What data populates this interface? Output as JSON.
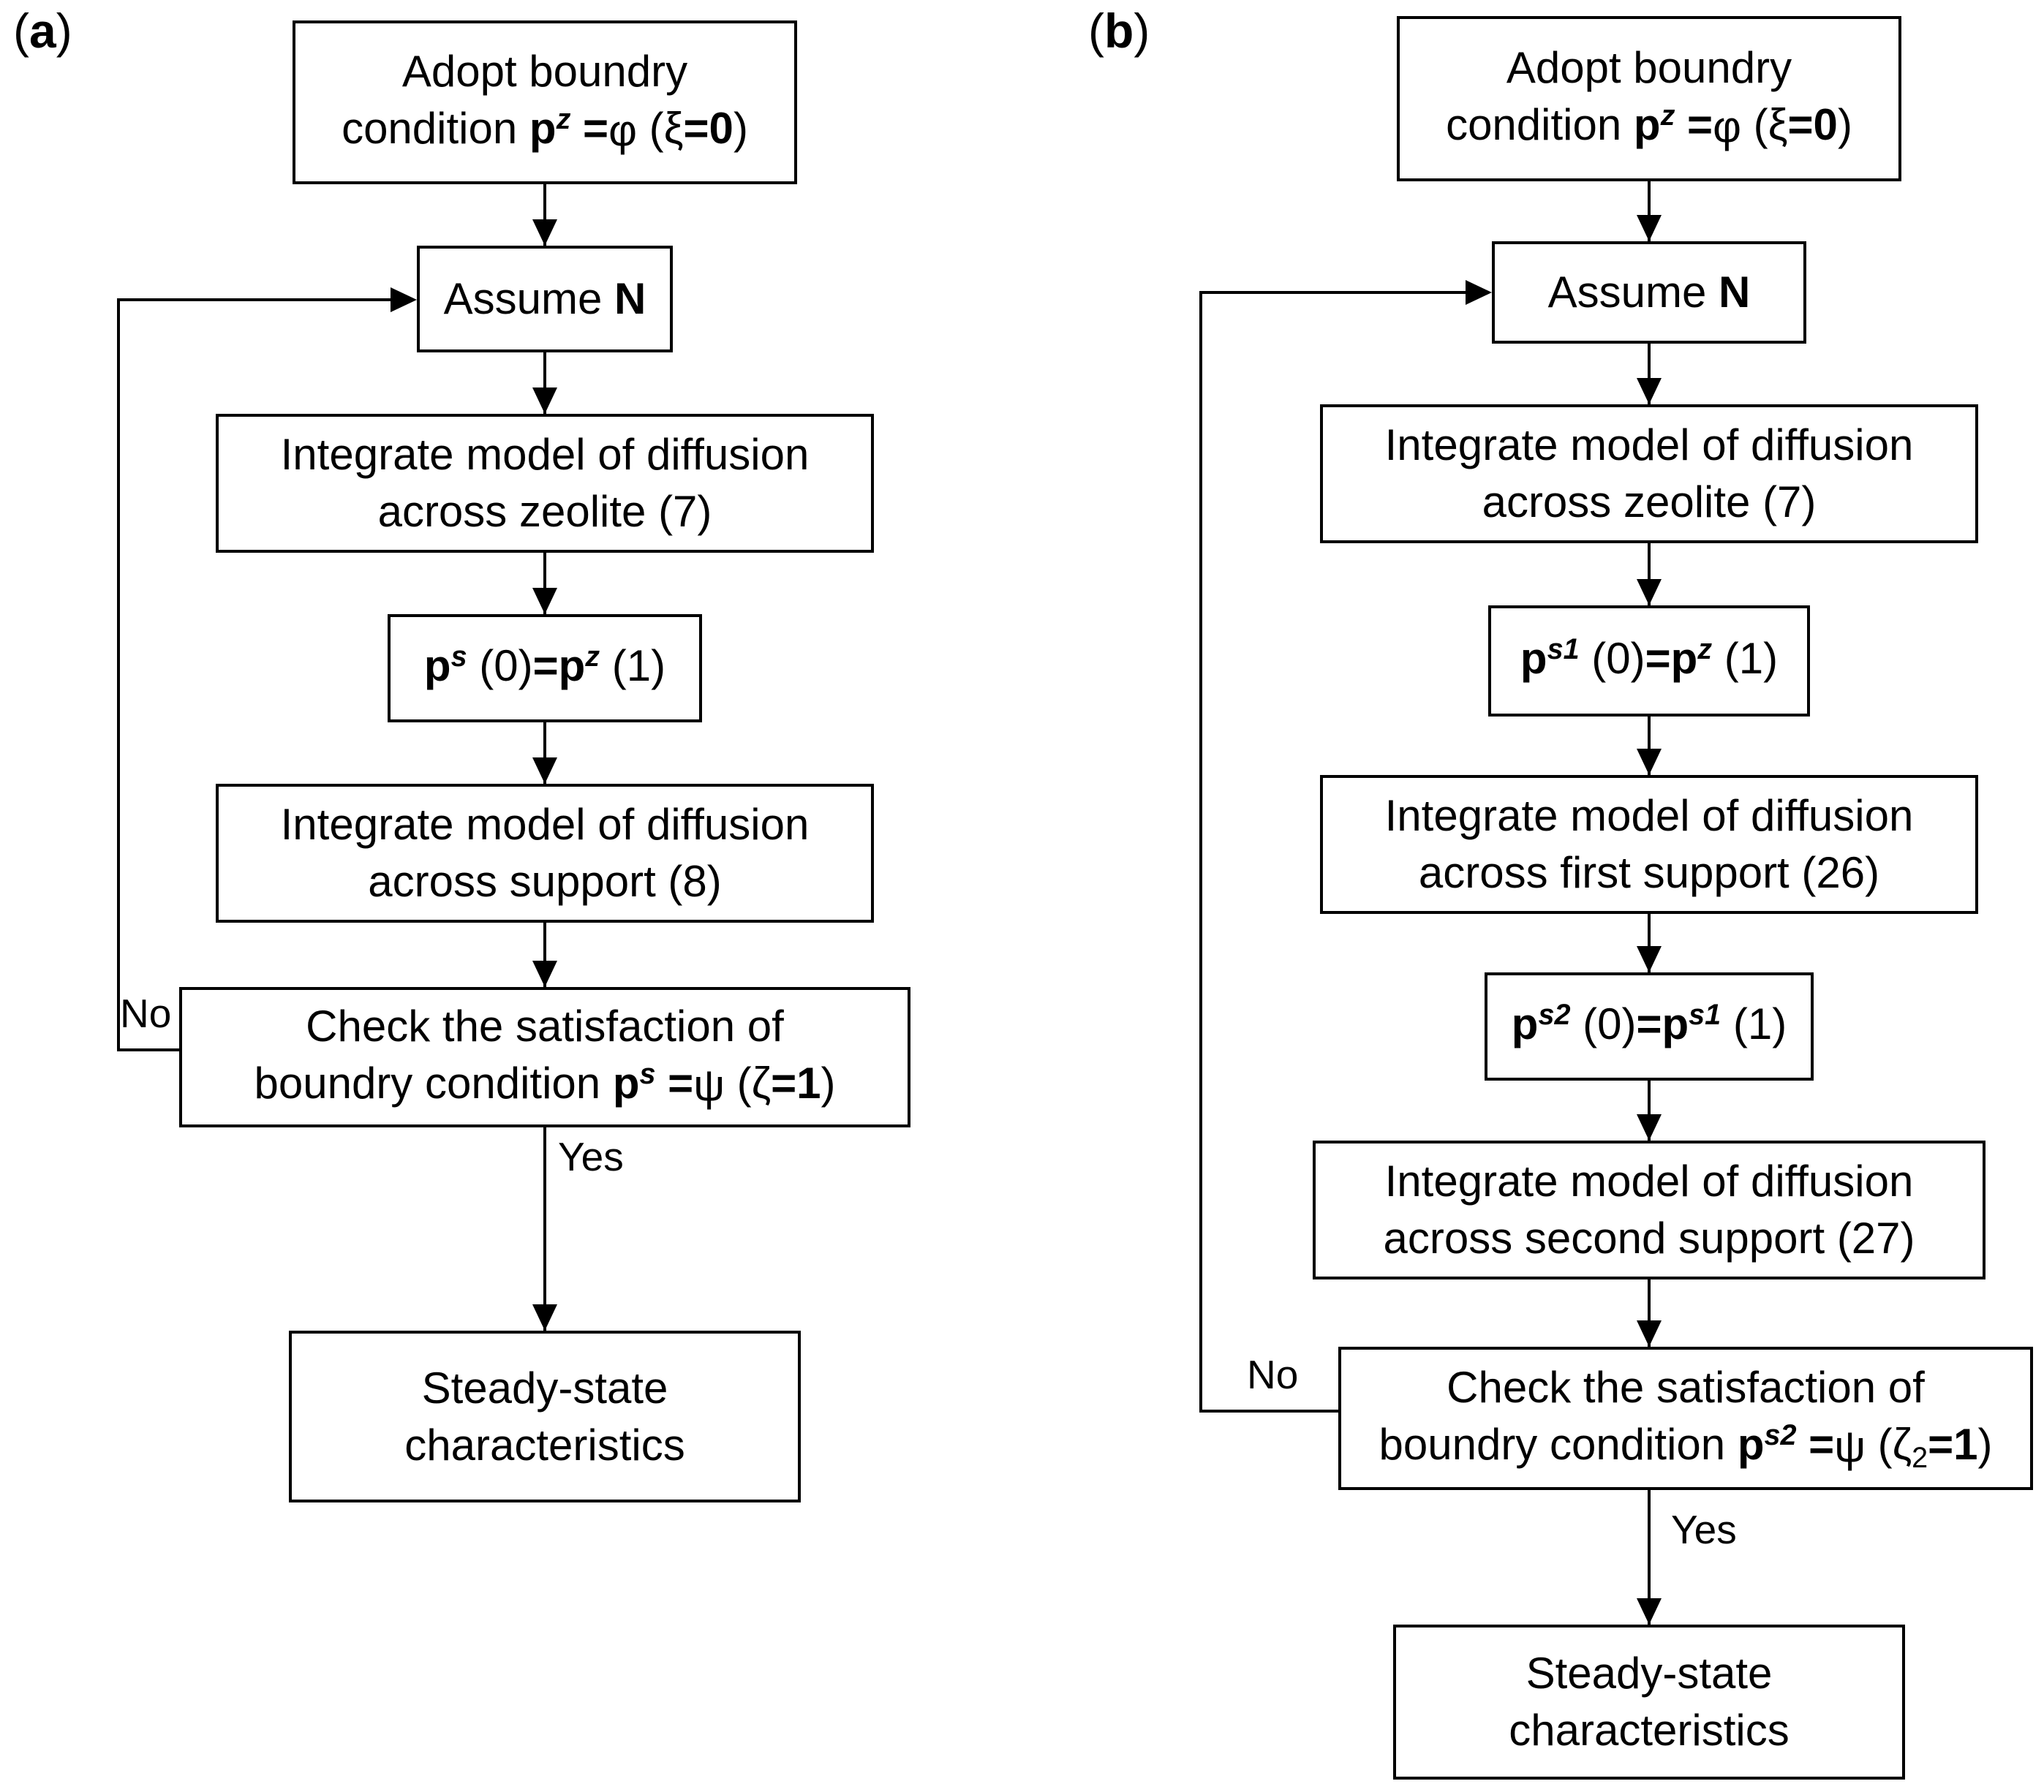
{
  "colors": {
    "ink": "#000000",
    "paper": "#ffffff"
  },
  "panel_a": {
    "label": [
      [
        {
          "t": "("
        },
        {
          "t": "a",
          "c": "b"
        },
        {
          "t": ")"
        }
      ]
    ],
    "nodes": {
      "adopt": {
        "lines": [
          [
            {
              "t": "Adopt boundry"
            }
          ],
          [
            {
              "t": "condition "
            },
            {
              "t": "p",
              "c": "b"
            },
            {
              "t": "z",
              "c": "bsup"
            },
            {
              "t": " "
            },
            {
              "t": "=",
              "c": "b"
            },
            {
              "t": "φ",
              "c": "grk"
            },
            {
              "t": " (ξ"
            },
            {
              "t": "=0",
              "c": "b"
            },
            {
              "t": ")"
            }
          ]
        ]
      },
      "assume": {
        "lines": [
          [
            {
              "t": "Assume "
            },
            {
              "t": "N",
              "c": "b"
            }
          ]
        ]
      },
      "integrate_zeolite": {
        "lines": [
          [
            {
              "t": "Integrate model of diffusion"
            }
          ],
          [
            {
              "t": "across zeolite (7)"
            }
          ]
        ]
      },
      "continuity": {
        "lines": [
          [
            {
              "t": "p",
              "c": "b"
            },
            {
              "t": "s",
              "c": "bsup"
            },
            {
              "t": " (0)"
            },
            {
              "t": "=",
              "c": "b"
            },
            {
              "t": "p",
              "c": "b"
            },
            {
              "t": "z",
              "c": "bsup"
            },
            {
              "t": " (1)"
            }
          ]
        ]
      },
      "integrate_support": {
        "lines": [
          [
            {
              "t": "Integrate model of diffusion"
            }
          ],
          [
            {
              "t": "across support (8)"
            }
          ]
        ]
      },
      "check": {
        "lines": [
          [
            {
              "t": "Check the satisfaction of"
            }
          ],
          [
            {
              "t": "boundry condition "
            },
            {
              "t": "p",
              "c": "b"
            },
            {
              "t": "s",
              "c": "bsup"
            },
            {
              "t": " "
            },
            {
              "t": "=",
              "c": "b"
            },
            {
              "t": "ψ",
              "c": "grk"
            },
            {
              "t": " (ζ"
            },
            {
              "t": "=1",
              "c": "b"
            },
            {
              "t": ")"
            }
          ]
        ]
      },
      "steady": {
        "lines": [
          [
            {
              "t": "Steady-state"
            }
          ],
          [
            {
              "t": "characteristics"
            }
          ]
        ]
      }
    },
    "edge_labels": {
      "no": "No",
      "yes": "Yes"
    }
  },
  "panel_b": {
    "label": [
      [
        {
          "t": "("
        },
        {
          "t": "b",
          "c": "b"
        },
        {
          "t": ")"
        }
      ]
    ],
    "nodes": {
      "adopt": {
        "lines": [
          [
            {
              "t": "Adopt boundry"
            }
          ],
          [
            {
              "t": "condition "
            },
            {
              "t": "p",
              "c": "b"
            },
            {
              "t": "z",
              "c": "bsup"
            },
            {
              "t": " "
            },
            {
              "t": "=",
              "c": "b"
            },
            {
              "t": "φ",
              "c": "grk"
            },
            {
              "t": " (ξ"
            },
            {
              "t": "=0",
              "c": "b"
            },
            {
              "t": ")"
            }
          ]
        ]
      },
      "assume": {
        "lines": [
          [
            {
              "t": "Assume "
            },
            {
              "t": "N",
              "c": "b"
            }
          ]
        ]
      },
      "integrate_zeolite": {
        "lines": [
          [
            {
              "t": "Integrate model of diffusion"
            }
          ],
          [
            {
              "t": "across zeolite (7)"
            }
          ]
        ]
      },
      "continuity1": {
        "lines": [
          [
            {
              "t": "p",
              "c": "b"
            },
            {
              "t": "s1",
              "c": "bsup"
            },
            {
              "t": " (0)"
            },
            {
              "t": "=",
              "c": "b"
            },
            {
              "t": "p",
              "c": "b"
            },
            {
              "t": "z",
              "c": "bsup"
            },
            {
              "t": " (1)"
            }
          ]
        ]
      },
      "integrate_first": {
        "lines": [
          [
            {
              "t": "Integrate model of diffusion"
            }
          ],
          [
            {
              "t": "across first support (26)"
            }
          ]
        ]
      },
      "continuity2": {
        "lines": [
          [
            {
              "t": "p",
              "c": "b"
            },
            {
              "t": "s2",
              "c": "bsup"
            },
            {
              "t": " (0)"
            },
            {
              "t": "=",
              "c": "b"
            },
            {
              "t": "p",
              "c": "b"
            },
            {
              "t": "s1",
              "c": "bsup"
            },
            {
              "t": " (1)"
            }
          ]
        ]
      },
      "integrate_second": {
        "lines": [
          [
            {
              "t": "Integrate model of diffusion"
            }
          ],
          [
            {
              "t": "across second support (27)"
            }
          ]
        ]
      },
      "check": {
        "lines": [
          [
            {
              "t": "Check the satisfaction of"
            }
          ],
          [
            {
              "t": "boundry condition "
            },
            {
              "t": "p",
              "c": "b"
            },
            {
              "t": "s2",
              "c": "bsup"
            },
            {
              "t": " "
            },
            {
              "t": "=",
              "c": "b"
            },
            {
              "t": "ψ",
              "c": "grk"
            },
            {
              "t": " (ζ"
            },
            {
              "t": "2",
              "c": "sub"
            },
            {
              "t": "=1",
              "c": "b"
            },
            {
              "t": ")"
            }
          ]
        ]
      },
      "steady": {
        "lines": [
          [
            {
              "t": "Steady-state"
            }
          ],
          [
            {
              "t": "characteristics"
            }
          ]
        ]
      }
    },
    "edge_labels": {
      "no": "No",
      "yes": "Yes"
    }
  }
}
